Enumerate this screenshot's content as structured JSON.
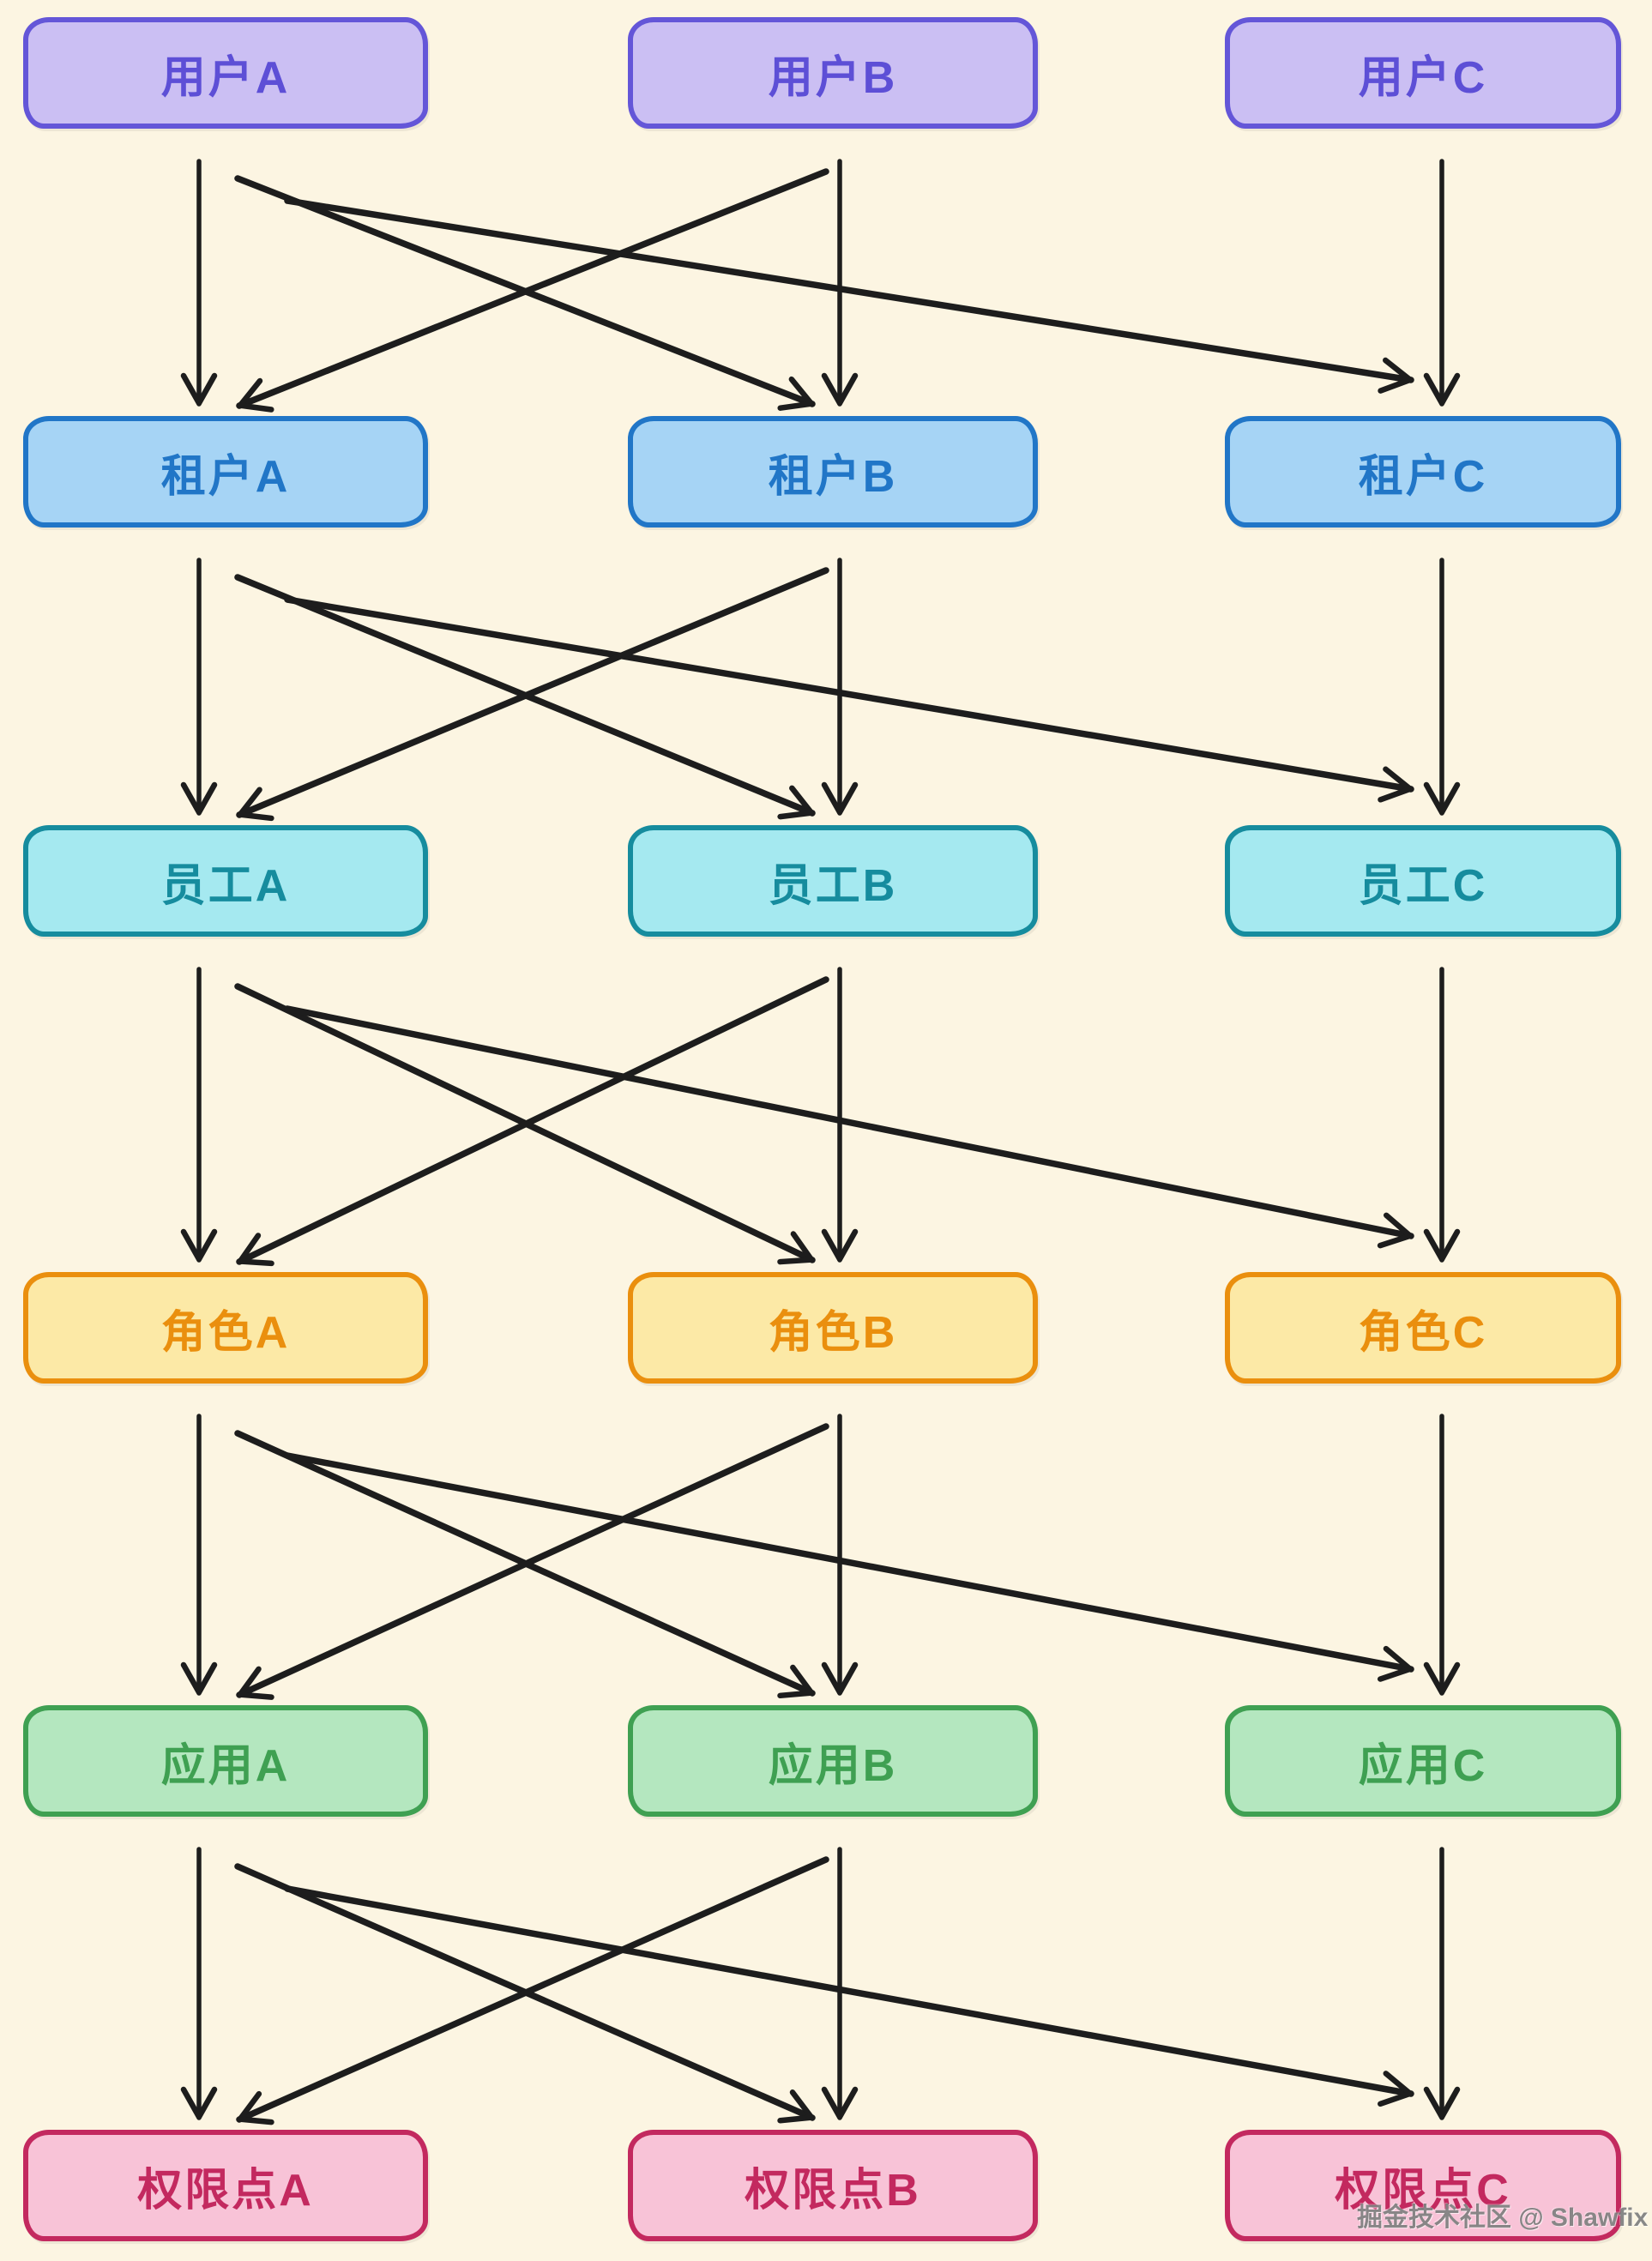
{
  "diagram": {
    "background": "#FCF5E2",
    "arrow_color": "#1D1D1D",
    "watermark": "掘金技术社区 @ Shawfix",
    "rows": [
      {
        "name": "users",
        "fill": "#CBBFF3",
        "border": "#6456D8",
        "text_color": "#5D4FD6",
        "nodes": [
          {
            "id": "user-a",
            "label": "用户A"
          },
          {
            "id": "user-b",
            "label": "用户B"
          },
          {
            "id": "user-c",
            "label": "用户C"
          }
        ]
      },
      {
        "name": "tenants",
        "fill": "#A6D4F5",
        "border": "#2176C7",
        "text_color": "#2176C7",
        "nodes": [
          {
            "id": "tenant-a",
            "label": "租户A"
          },
          {
            "id": "tenant-b",
            "label": "租户B"
          },
          {
            "id": "tenant-c",
            "label": "租户C"
          }
        ]
      },
      {
        "name": "employees",
        "fill": "#A5E9F0",
        "border": "#168C9E",
        "text_color": "#168C9E",
        "nodes": [
          {
            "id": "employee-a",
            "label": "员工A"
          },
          {
            "id": "employee-b",
            "label": "员工B"
          },
          {
            "id": "employee-c",
            "label": "员工C"
          }
        ]
      },
      {
        "name": "roles",
        "fill": "#FCE9A6",
        "border": "#EA8F0E",
        "text_color": "#EA8F0E",
        "nodes": [
          {
            "id": "role-a",
            "label": "角色A"
          },
          {
            "id": "role-b",
            "label": "角色B"
          },
          {
            "id": "role-c",
            "label": "角色C"
          }
        ]
      },
      {
        "name": "apps",
        "fill": "#B4E7BF",
        "border": "#3FA052",
        "text_color": "#3FA052",
        "nodes": [
          {
            "id": "app-a",
            "label": "应用A"
          },
          {
            "id": "app-b",
            "label": "应用B"
          },
          {
            "id": "app-c",
            "label": "应用C"
          }
        ]
      },
      {
        "name": "permissions",
        "fill": "#F8C3D7",
        "border": "#C3295F",
        "text_color": "#C3295F",
        "nodes": [
          {
            "id": "permission-a",
            "label": "权限点A"
          },
          {
            "id": "permission-b",
            "label": "权限点B"
          },
          {
            "id": "permission-c",
            "label": "权限点C"
          }
        ]
      }
    ],
    "edges": [
      {
        "from": "user-a",
        "to": "tenant-a"
      },
      {
        "from": "user-a",
        "to": "tenant-b"
      },
      {
        "from": "user-a",
        "to": "tenant-c"
      },
      {
        "from": "user-b",
        "to": "tenant-a"
      },
      {
        "from": "user-b",
        "to": "tenant-b"
      },
      {
        "from": "user-c",
        "to": "tenant-c"
      },
      {
        "from": "tenant-a",
        "to": "employee-a"
      },
      {
        "from": "tenant-a",
        "to": "employee-b"
      },
      {
        "from": "tenant-a",
        "to": "employee-c"
      },
      {
        "from": "tenant-b",
        "to": "employee-a"
      },
      {
        "from": "tenant-b",
        "to": "employee-b"
      },
      {
        "from": "tenant-c",
        "to": "employee-c"
      },
      {
        "from": "employee-a",
        "to": "role-a"
      },
      {
        "from": "employee-a",
        "to": "role-b"
      },
      {
        "from": "employee-a",
        "to": "role-c"
      },
      {
        "from": "employee-b",
        "to": "role-a"
      },
      {
        "from": "employee-b",
        "to": "role-b"
      },
      {
        "from": "employee-c",
        "to": "role-c"
      },
      {
        "from": "role-a",
        "to": "app-a"
      },
      {
        "from": "role-a",
        "to": "app-b"
      },
      {
        "from": "role-a",
        "to": "app-c"
      },
      {
        "from": "role-b",
        "to": "app-a"
      },
      {
        "from": "role-b",
        "to": "app-b"
      },
      {
        "from": "role-c",
        "to": "app-c"
      },
      {
        "from": "app-a",
        "to": "permission-a"
      },
      {
        "from": "app-a",
        "to": "permission-b"
      },
      {
        "from": "app-a",
        "to": "permission-c"
      },
      {
        "from": "app-b",
        "to": "permission-a"
      },
      {
        "from": "app-b",
        "to": "permission-b"
      },
      {
        "from": "app-c",
        "to": "permission-c"
      }
    ]
  }
}
